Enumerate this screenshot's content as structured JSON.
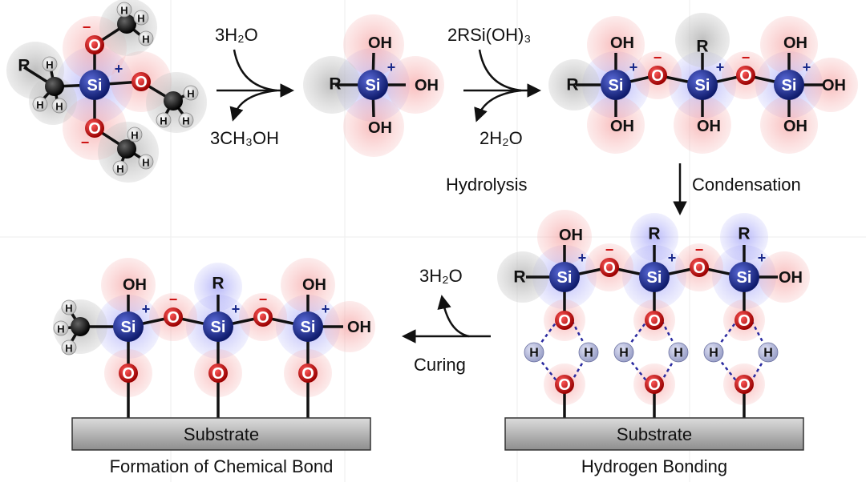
{
  "labels": {
    "water_in": "3H₂O",
    "methanol_out": "3CH₃OH",
    "silanol_in": "2RSi(OH)₃",
    "water_out": "2H₂O",
    "hydrolysis": "Hydrolysis",
    "condensation": "Condensation",
    "water_curing": "3H₂O",
    "curing": "Curing",
    "substrate_right": "Substrate",
    "substrate_left": "Substrate",
    "caption_left": "Formation of Chemical Bond",
    "caption_right": "Hydrogen Bonding"
  },
  "atoms": {
    "si": "Si",
    "o": "O",
    "h": "H",
    "oh": "OH",
    "r": "R",
    "plus": "+",
    "minus": "−"
  },
  "colors": {
    "si": "#1a2a8a",
    "o": "#cc1111",
    "h_hb": "#9aa0c8",
    "positive_cloud": "#8c8cf0",
    "negative_cloud": "#f09090",
    "neutral_cloud": "#b0b0b0",
    "hbond": "#2a2aa0",
    "substrate": "#a8a8a8"
  }
}
